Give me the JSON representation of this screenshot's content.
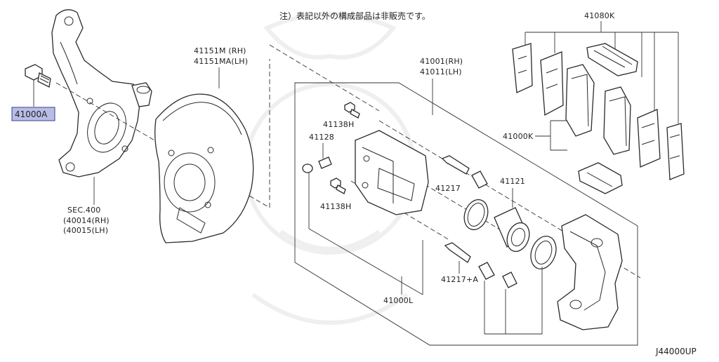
{
  "diagram": {
    "note": "注）表記以外の構成部品は非販売です。",
    "diagram_code": "J44000UP",
    "labels": {
      "bolt_41000A": "41000A",
      "knuckle_sec": "SEC.400",
      "knuckle_rh": "(40014(RH)",
      "knuckle_lh": "(40015(LH)",
      "shield_rh": "41151M (RH)",
      "shield_lh": "41151MA(LH)",
      "caliper_rh": "41001(RH)",
      "caliper_lh": "41011(LH)",
      "pad_kit": "41080K",
      "pad_set": "41000K",
      "bleeder_top": "41138H",
      "bleeder_bottom": "41138H",
      "bleeder_cap": "41128",
      "slide_pin_top": "41217",
      "slide_pin_bottom": "41217+A",
      "piston_seal": "41121",
      "repair_kit": "41000L"
    }
  }
}
